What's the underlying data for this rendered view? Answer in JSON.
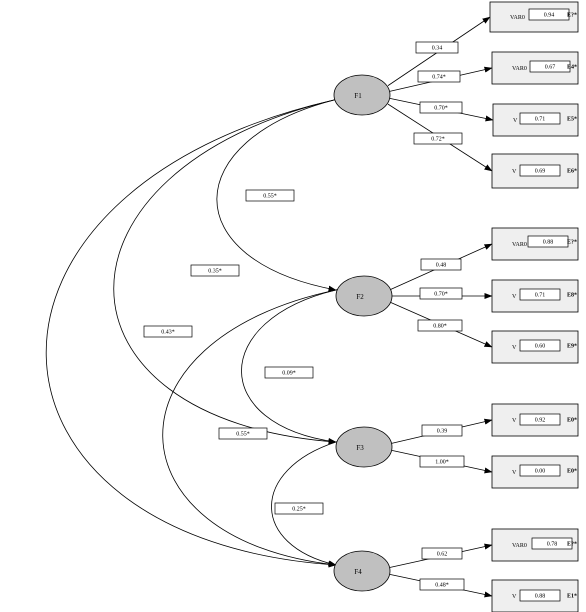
{
  "factors": [
    {
      "id": "F1",
      "label": "F1"
    },
    {
      "id": "F2",
      "label": "F2"
    },
    {
      "id": "F3",
      "label": "F3"
    },
    {
      "id": "F4",
      "label": "F4"
    }
  ],
  "indicators": [
    {
      "label": "VAR0",
      "error": "E?*",
      "loading": "0.34",
      "residual": "0.94",
      "factor": "F1"
    },
    {
      "label": "VAR0",
      "error": "E4*",
      "loading": "0.74*",
      "residual": "0.67",
      "factor": "F1"
    },
    {
      "label": "V",
      "error": "E5*",
      "loading": "0.70*",
      "residual": "0.71",
      "factor": "F1"
    },
    {
      "label": "V",
      "error": "E6*",
      "loading": "0.72*",
      "residual": "0.69",
      "factor": "F1"
    },
    {
      "label": "VAR0",
      "error": "E?*",
      "loading": "0.48",
      "residual": "0.88",
      "factor": "F2"
    },
    {
      "label": "V",
      "error": "E8*",
      "loading": "0.70*",
      "residual": "0.71",
      "factor": "F2"
    },
    {
      "label": "V",
      "error": "E9*",
      "loading": "0.80*",
      "residual": "0.60",
      "factor": "F2"
    },
    {
      "label": "V",
      "error": "E0*",
      "loading": "0.39",
      "residual": "0.92",
      "factor": "F3"
    },
    {
      "label": "V",
      "error": "E0*",
      "loading": "1.00*",
      "residual": "0.00",
      "factor": "F3"
    },
    {
      "label": "VAR0",
      "error": "E?*",
      "loading": "0.62",
      "residual": "0.78",
      "factor": "F4"
    },
    {
      "label": "V",
      "error": "E1*",
      "loading": "0.48*",
      "residual": "0.88",
      "factor": "F4"
    }
  ],
  "correlations": [
    {
      "from": "F1",
      "to": "F2",
      "value": "0.55*"
    },
    {
      "from": "F1",
      "to": "F3",
      "value": "0.35*"
    },
    {
      "from": "F1",
      "to": "F4",
      "value": "0.43*"
    },
    {
      "from": "F2",
      "to": "F3",
      "value": "0.09*"
    },
    {
      "from": "F2",
      "to": "F4",
      "value": "0.55*"
    },
    {
      "from": "F3",
      "to": "F4",
      "value": "0.25*"
    }
  ]
}
